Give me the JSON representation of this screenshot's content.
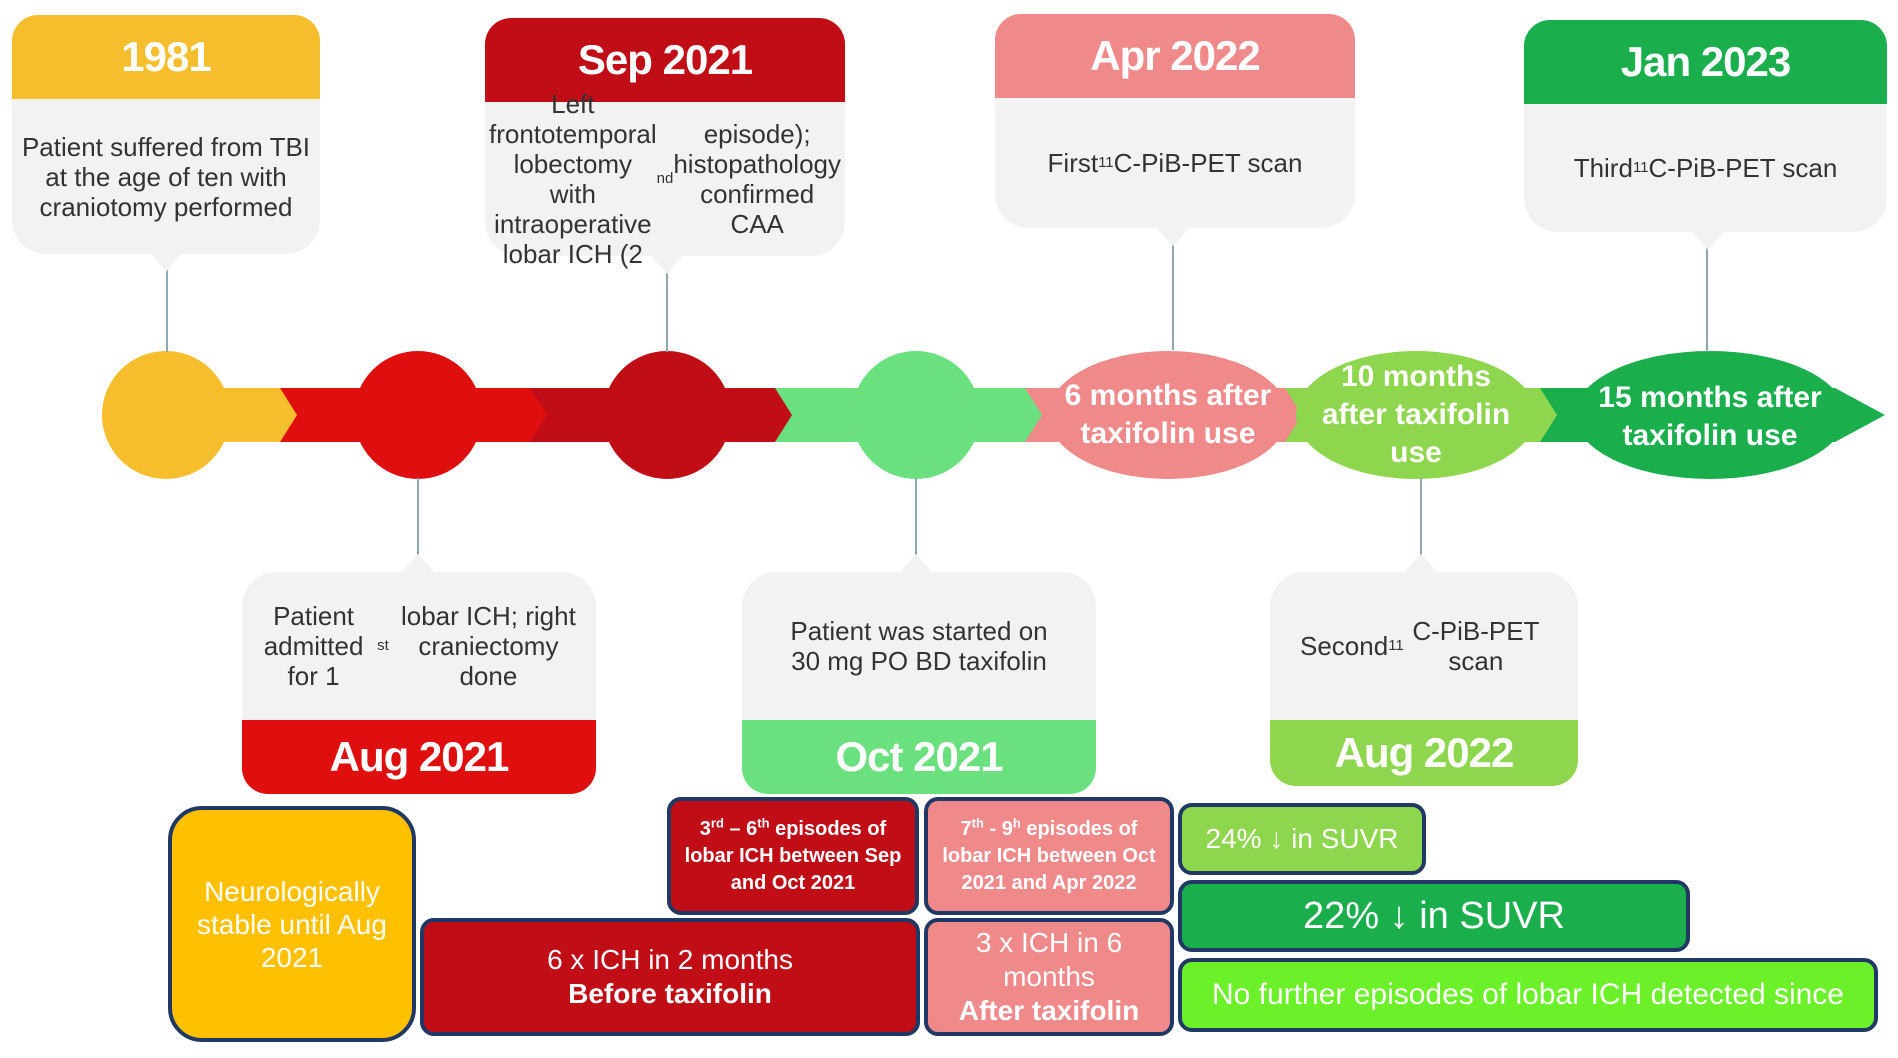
{
  "colors": {
    "yellow": "#F6BE2C",
    "red": "#E00F0F",
    "dark_red": "#C00D16",
    "light_green": "#6BE07E",
    "pink": "#F08A8A",
    "mid_green": "#8DD64E",
    "green": "#1AAE4D",
    "box_border": "#203864"
  },
  "top_events": [
    {
      "date": "1981",
      "text": "Patient suffered from TBI at the age of ten with craniotomy performed"
    },
    {
      "date": "Sep 2021",
      "text_html": "Left frontotemporal lobectomy with intraoperative lobar ICH (2<sup>nd</sup> episode); histopathology confirmed CAA"
    },
    {
      "date": "Apr 2022",
      "text_html": "First <sup>11</sup>C-PiB-PET scan"
    },
    {
      "date": "Jan 2023",
      "text_html": "Third <sup>11</sup>C-PiB-PET scan"
    }
  ],
  "bottom_events": [
    {
      "date": "Aug 2021",
      "text_html": "Patient admitted for 1<sup>st</sup> lobar ICH; right craniectomy done"
    },
    {
      "date": "Oct 2021",
      "text": "Patient was started on 30 mg PO BD taxifolin"
    },
    {
      "date": "Aug 2022",
      "text_html": "Second <sup>11</sup>C-PiB-PET scan"
    }
  ],
  "timeline_nodes": [
    {
      "label": ""
    },
    {
      "label": ""
    },
    {
      "label": ""
    },
    {
      "label": ""
    },
    {
      "label": "6 months after taxifolin use"
    },
    {
      "label": "10 months after taxifolin use"
    },
    {
      "label": "15 months after taxifolin use"
    }
  ],
  "summary_boxes": {
    "neuro_stable": "Neurologically stable until Aug 2021",
    "episodes_3_6_html": "3<sup>rd</sup> – 6<sup>th</sup> episodes of lobar ICH between Sep and Oct 2021",
    "episodes_7_9_html": "7<sup>th</sup> - 9<sup>h</sup> episodes of lobar ICH between Oct 2021 and Apr 2022",
    "before_count": "6 x ICH in 2 months",
    "before_label": "Before taxifolin",
    "after_count": "3 x ICH in 6 months",
    "after_label": "After taxifolin",
    "suvr_24": "24% ↓ in SUVR",
    "suvr_22": "22% ↓ in SUVR",
    "no_further": "No further episodes of lobar ICH detected since"
  }
}
